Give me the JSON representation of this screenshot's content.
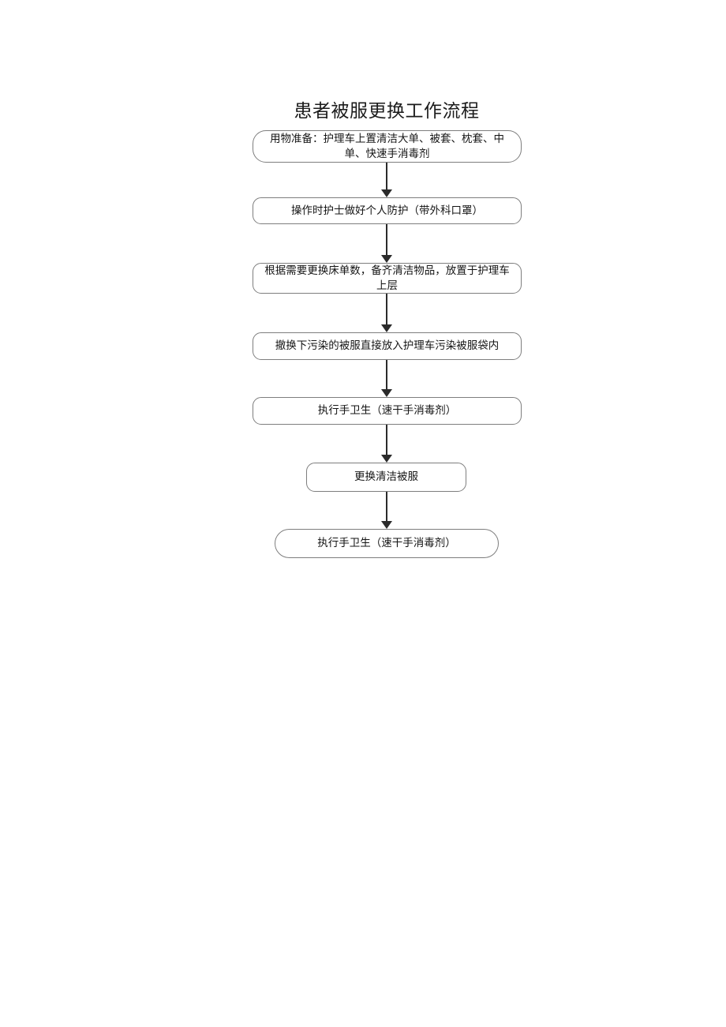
{
  "document": {
    "title": "患者被服更换工作流程"
  },
  "flowchart": {
    "type": "flowchart",
    "orientation": "vertical",
    "border_color": "#7e7e7e",
    "connector_color": "#2b2b2b",
    "background_color": "#ffffff",
    "nodes": [
      {
        "id": "node-0",
        "shape": "rounded-rectangle",
        "text": "用物准备：护理车上置清洁大单、被套、枕套、中\n单、快速手消毒剂"
      },
      {
        "id": "node-1",
        "shape": "rounded-rectangle",
        "text": "操作时护士做好个人防护（带外科口罩）"
      },
      {
        "id": "node-2",
        "shape": "rounded-rectangle",
        "text": "根据需要更换床单数，备齐清洁物品，放置于护理车\n上层"
      },
      {
        "id": "node-3",
        "shape": "rounded-rectangle",
        "text": "撤换下污染的被服直接放入护理车污染被服袋内"
      },
      {
        "id": "node-4",
        "shape": "rounded-rectangle",
        "text": "执行手卫生（速干手消毒剂）"
      },
      {
        "id": "node-5",
        "shape": "rounded-rectangle",
        "text": "更换清洁被服"
      },
      {
        "id": "node-6",
        "shape": "stadium",
        "text": "执行手卫生（速干手消毒剂）"
      }
    ],
    "connectors": [
      {
        "from": "node-0",
        "to": "node-1",
        "style": "arrow-down"
      },
      {
        "from": "node-1",
        "to": "node-2",
        "style": "arrow-down"
      },
      {
        "from": "node-2",
        "to": "node-3",
        "style": "arrow-down"
      },
      {
        "from": "node-3",
        "to": "node-4",
        "style": "arrow-down"
      },
      {
        "from": "node-4",
        "to": "node-5",
        "style": "arrow-down"
      },
      {
        "from": "node-5",
        "to": "node-6",
        "style": "arrow-down"
      }
    ]
  }
}
